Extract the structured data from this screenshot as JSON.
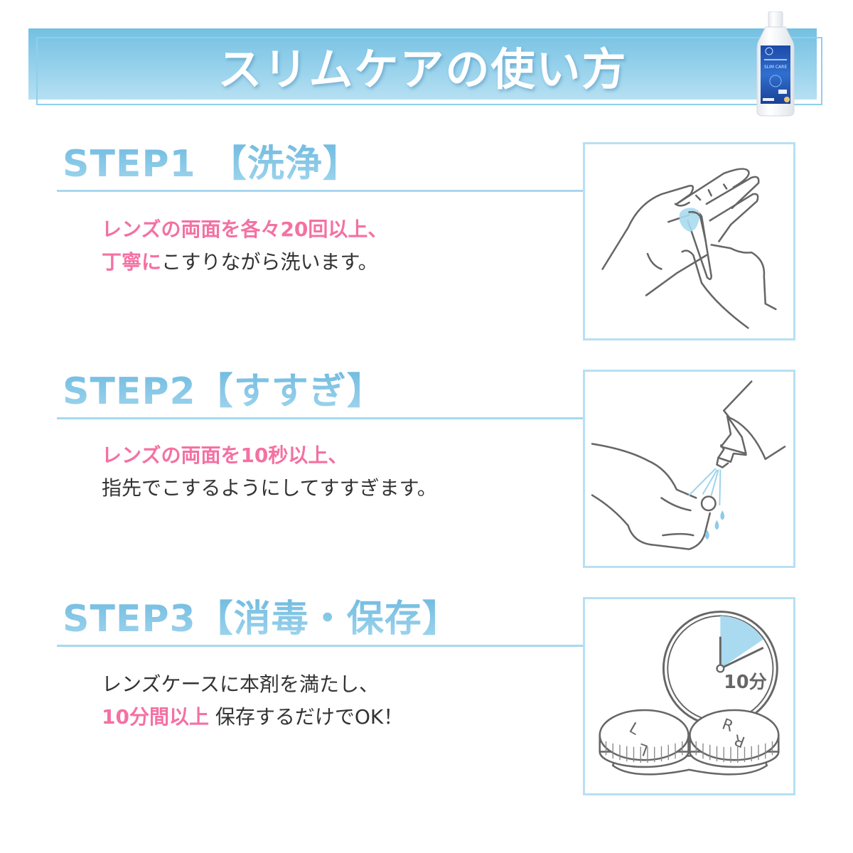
{
  "header": {
    "title": "スリムケアの使い方",
    "product_image": "slimcare-bottle",
    "bottle_label_text": "SLIM CARE"
  },
  "steps": [
    {
      "title": "STEP1 【洗浄】",
      "line1_highlight": "レンズの両面を各々20回以上、",
      "line2_highlight": "丁寧に",
      "line2_rest": "こすりながら洗います。",
      "illustration": "hands-rubbing-lens"
    },
    {
      "title": "STEP2【すすぎ】",
      "line1_highlight": "レンズの両面を10秒以上、",
      "line2_highlight": "",
      "line2_rest": "指先でこするようにしてすすぎます。",
      "illustration": "bottle-rinsing-lens"
    },
    {
      "title": "STEP3【消毒・保存】",
      "line1_plain": "レンズケースに本剤を満たし、",
      "line2_highlight": "10分間以上",
      "line2_rest": "保存するだけでOK！",
      "illustration": "timer-and-lens-case",
      "timer_label": "10分",
      "case_left_label": "L",
      "case_right_label": "R"
    }
  ],
  "colors": {
    "banner_blue": "#73c0e2",
    "step_title_blue": "#8ccbe9",
    "divider_blue": "#a7d8ef",
    "highlight_pink": "#f471a3",
    "body_text": "#333333",
    "illustration_line": "#666666",
    "illustration_accent": "#a9daf0"
  }
}
